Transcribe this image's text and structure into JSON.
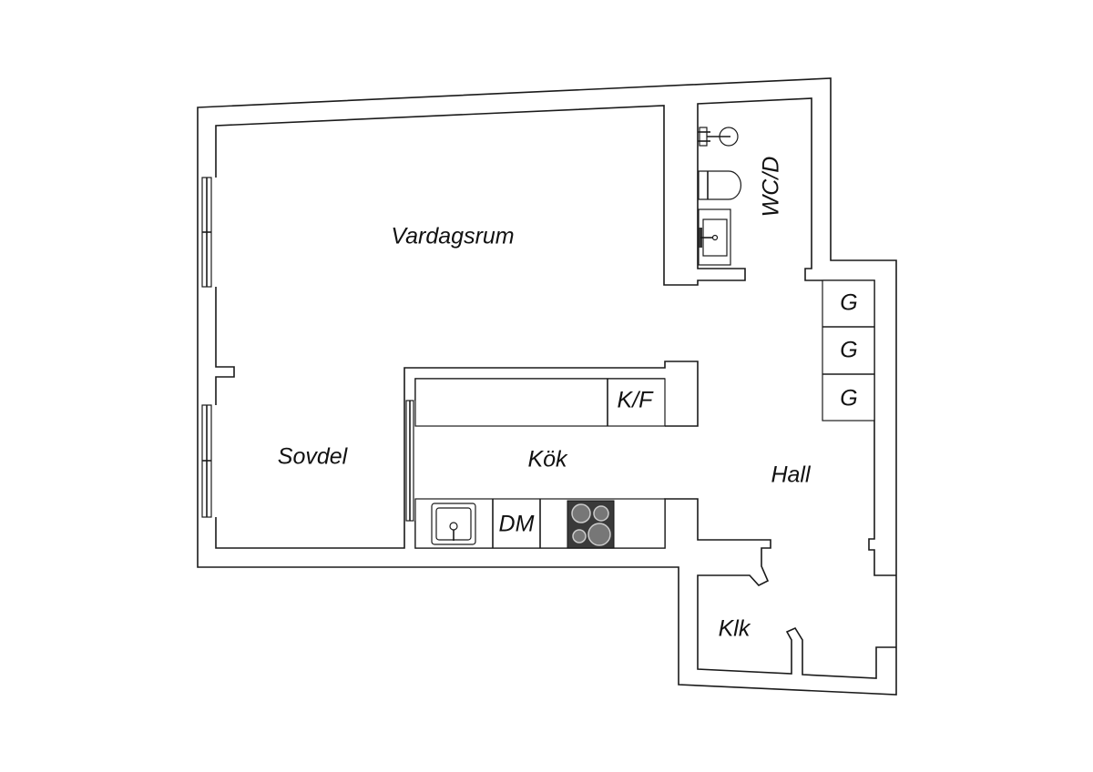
{
  "rooms": {
    "living": "Vardagsrum",
    "sleeping": "Sovdel",
    "kitchen": "Kök",
    "hall": "Hall",
    "closet": "Klk",
    "bathroom": "WC/D"
  },
  "fixtures": {
    "fridge_freezer": "K/F",
    "dishwasher": "DM",
    "wardrobes": [
      "G",
      "G",
      "G"
    ]
  },
  "colors": {
    "wall": "#1a1a1a",
    "stove": "#3a3a3a",
    "burner": "#777777"
  }
}
